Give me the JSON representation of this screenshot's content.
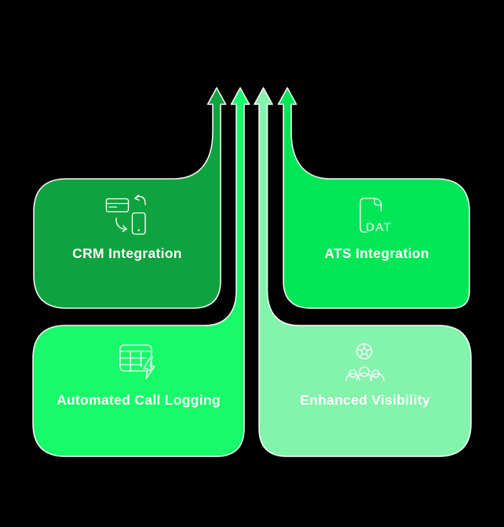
{
  "background_color": "#000000",
  "outline_color": "#FFFFFF",
  "text_color": "#FFFFFF",
  "diagram": {
    "type": "flow-infographic",
    "description_arrows": 4,
    "arrow_direction": "up"
  },
  "cards": [
    {
      "id": "crm-integration",
      "label": "CRM Integration",
      "color": "#0FA33F",
      "icon": "card-phone-sync-icon",
      "position": "top-left"
    },
    {
      "id": "ats-integration",
      "label": "ATS Integration",
      "color": "#00E656",
      "icon": "dat-file-icon",
      "icon_text": "DAT",
      "position": "top-right"
    },
    {
      "id": "automated-call-logging",
      "label": "Automated Call Logging",
      "color": "#17FA69",
      "icon": "table-lightning-icon",
      "position": "bottom-left"
    },
    {
      "id": "enhanced-visibility",
      "label": "Enhanced Visibility",
      "color": "#84F3AB",
      "icon": "team-globe-icon",
      "position": "bottom-right"
    }
  ]
}
